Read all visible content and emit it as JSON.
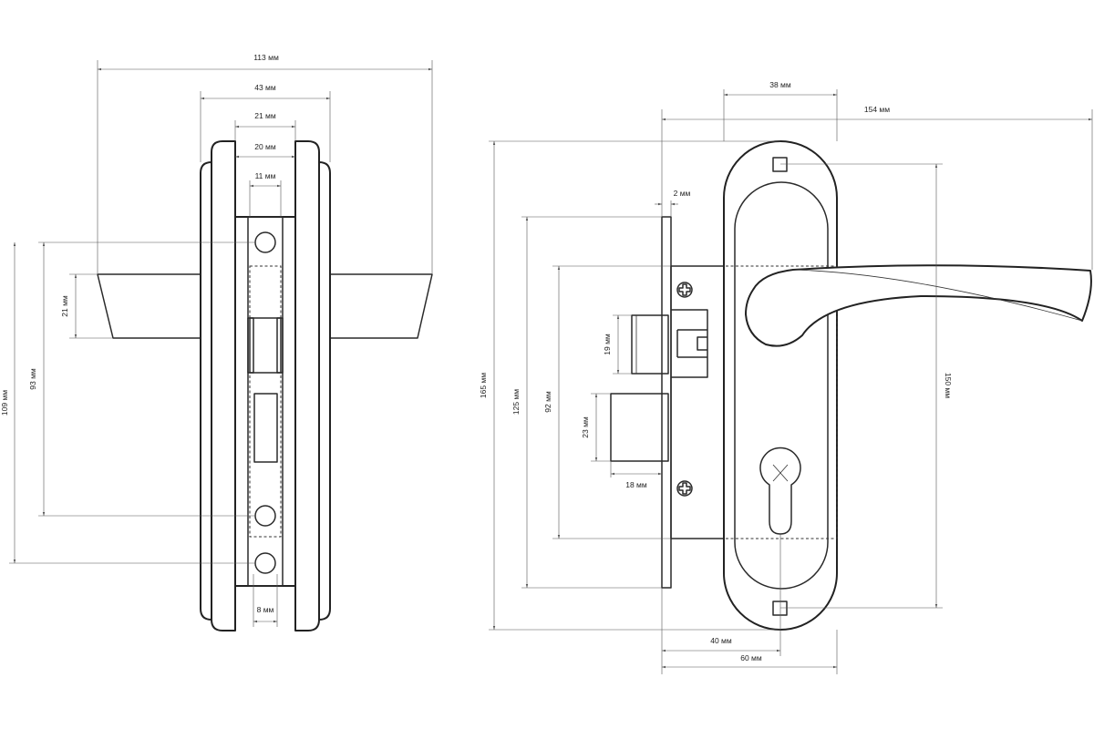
{
  "unit": "мм",
  "dimensions": {
    "side_view": {
      "overall_width": "113 мм",
      "plate_width": "43 мм",
      "outer_face_width": "21 мм",
      "inner_face_width": "20 мм",
      "latch_width": "11 мм",
      "hole_diameter": "8 мм",
      "handle_height": "21 мм",
      "spindle_to_cylinder": "93 мм",
      "spindle_to_bottom_hole": "109 мм"
    },
    "front_view": {
      "backset": "38 мм",
      "handle_length": "154 мм",
      "faceplate_thickness": "2 мм",
      "overall_height": "165 мм",
      "faceplate_height": "125 мм",
      "case_height": "92 мм",
      "latch_height": "19 мм",
      "bolt_height": "23 мм",
      "bolt_throw": "18 мм",
      "escutcheon_hole_spacing": "150 мм",
      "cylinder_backset": "40 мм",
      "case_depth": "60 мм"
    }
  },
  "colors": {
    "line": "#222222",
    "dimension": "#555555",
    "background": "#ffffff"
  }
}
